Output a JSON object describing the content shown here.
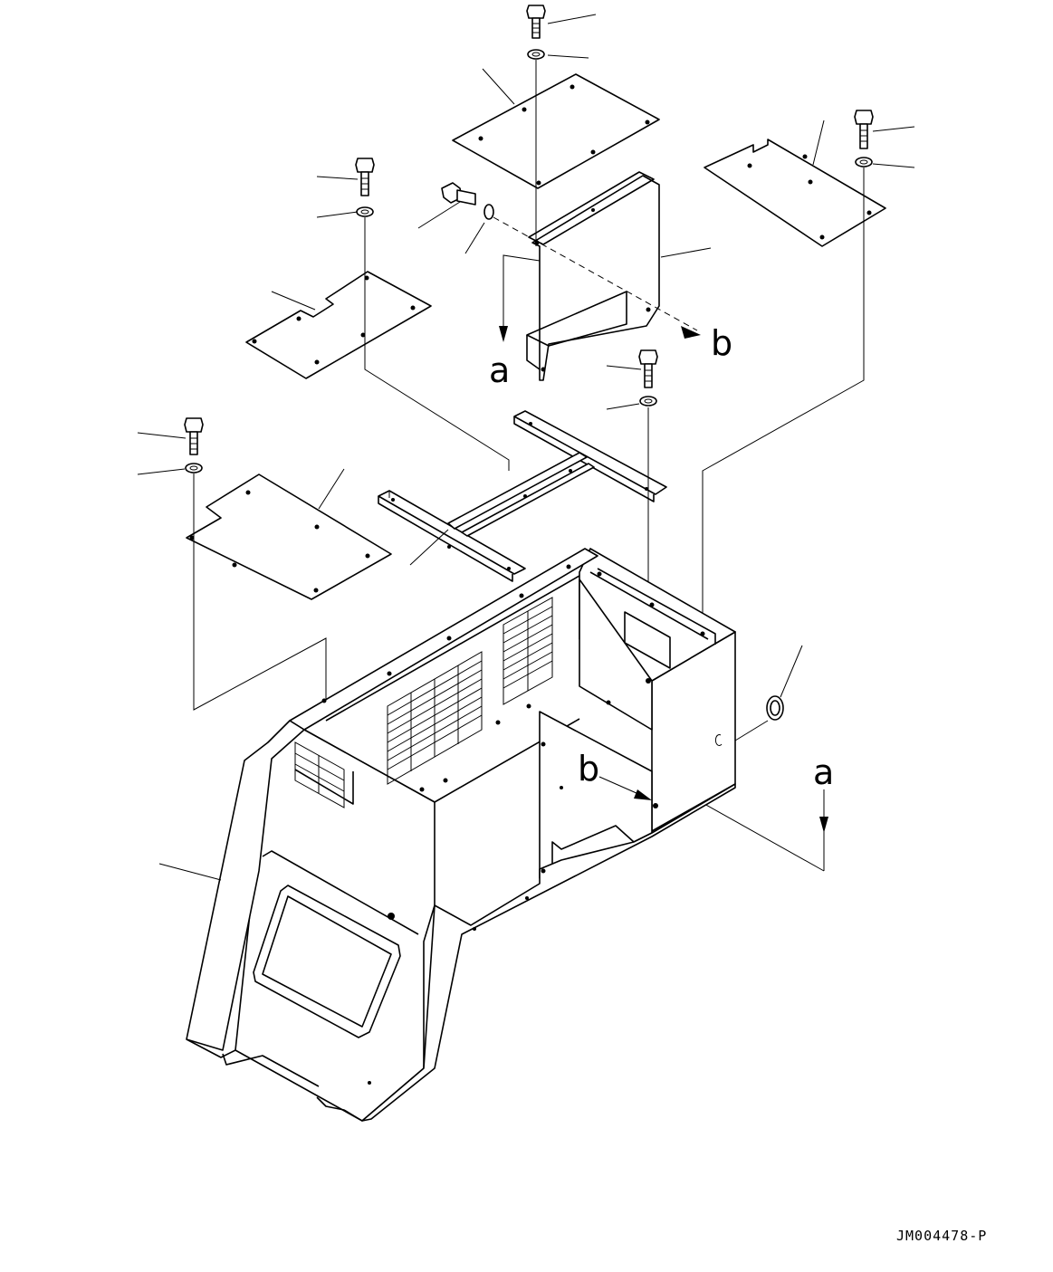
{
  "diagram": {
    "references": {
      "a_top": "a",
      "b_top": "b",
      "b_bottom": "b",
      "a_bottom": "a"
    },
    "drawing_code": "JM004478-P"
  }
}
